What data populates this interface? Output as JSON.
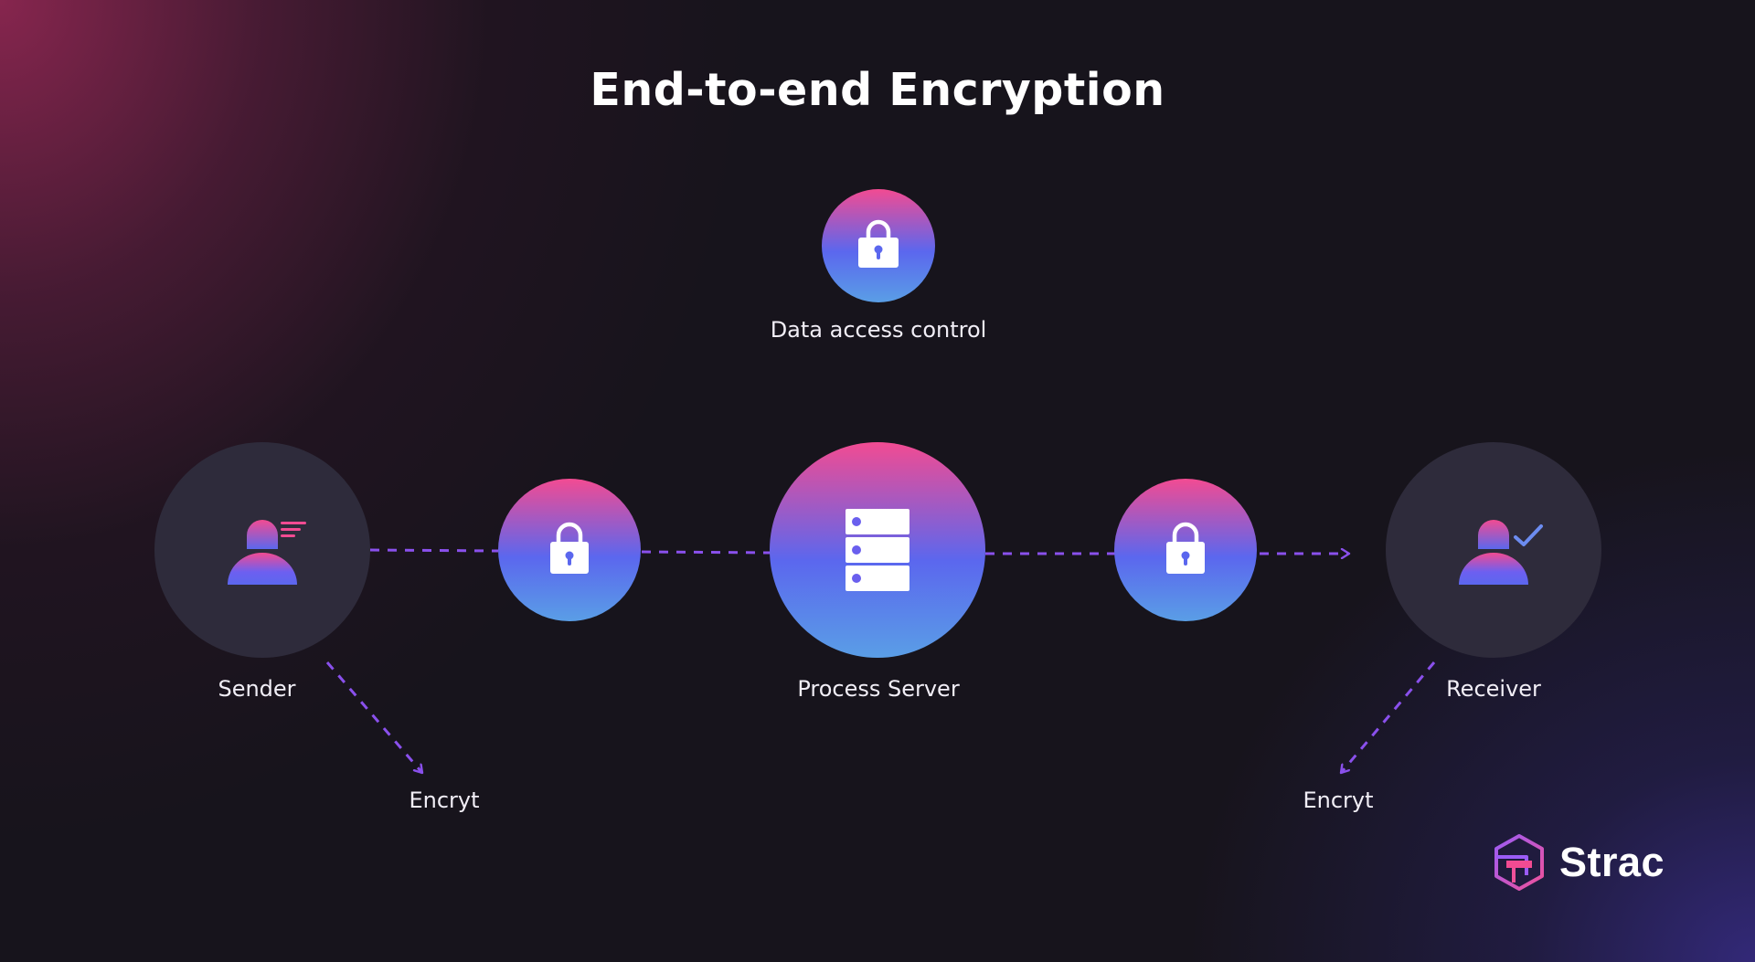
{
  "title": "End-to-end Encryption",
  "nodes": {
    "access_control": {
      "label": "Data access control",
      "icon": "lock-icon"
    },
    "sender": {
      "label": "Sender",
      "icon": "user-sending-icon"
    },
    "sender_lock": {
      "icon": "lock-icon"
    },
    "process_server": {
      "label": "Process Server",
      "icon": "server-icon"
    },
    "receiver_lock": {
      "icon": "lock-icon"
    },
    "receiver": {
      "label": "Receiver",
      "icon": "user-check-icon"
    }
  },
  "branches": {
    "sender_encrypt": {
      "label": "Encryt"
    },
    "receiver_encrypt": {
      "label": "Encryt"
    }
  },
  "brand": {
    "name": "Strac",
    "icon": "strac-logo"
  },
  "colors": {
    "gradient_top": "#f24b92",
    "gradient_middle": "#5b67ee",
    "gradient_bottom": "#5a9ee6",
    "user_circle": "#2e2b3b",
    "connector": "#8a50ec",
    "text": "#ffffff"
  }
}
